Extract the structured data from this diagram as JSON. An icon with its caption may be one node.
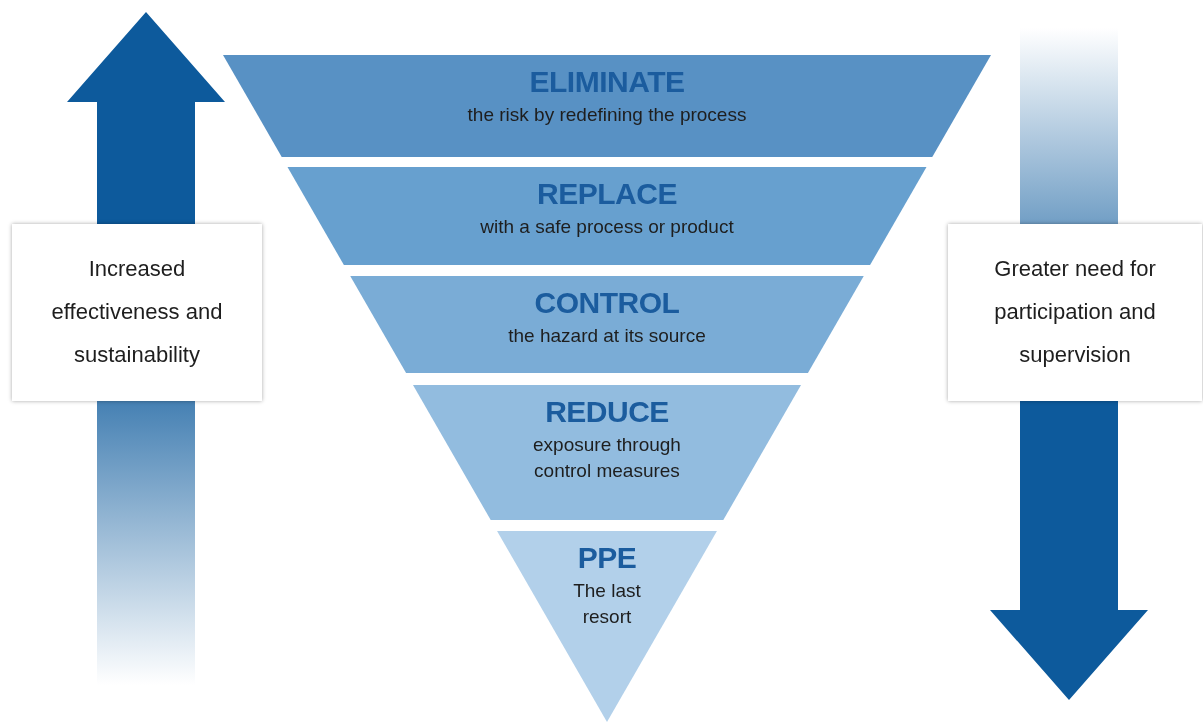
{
  "diagram": {
    "nodes": [
      {
        "text": [
          "ELIMINATE",
          "the risk by redefining the process"
        ]
      },
      {
        "text": [
          "REPLACE",
          "with a safe process or product"
        ]
      },
      {
        "text": [
          "CONTROL",
          "the hazard at its source"
        ]
      },
      {
        "text": [
          "REDUCE",
          "exposure through control measures"
        ]
      },
      {
        "text": [
          "PPE",
          "The last resort"
        ]
      },
      {
        "text": [
          "Increased effectiveness and sustainability"
        ]
      },
      {
        "text": [
          "Greater need for participation and supervision"
        ]
      }
    ]
  }
}
